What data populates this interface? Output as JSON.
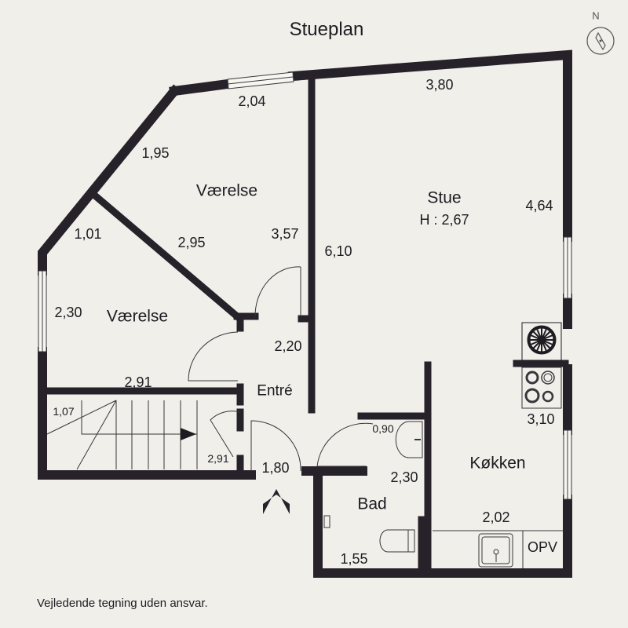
{
  "title": "Stueplan",
  "compass": {
    "label": "N",
    "icon": "compass-icon"
  },
  "rooms": {
    "vaerelse_upper": {
      "name": "Værelse"
    },
    "vaerelse_lower": {
      "name": "Værelse"
    },
    "stue": {
      "name": "Stue",
      "height": "H : 2,67"
    },
    "entre": {
      "name": "Entré"
    },
    "bad": {
      "name": "Bad"
    },
    "kokken": {
      "name": "Køkken"
    },
    "opv": {
      "name": "OPV"
    }
  },
  "dimensions": {
    "d_2_04": "2,04",
    "d_3_80": "3,80",
    "d_1_95": "1,95",
    "d_4_64": "4,64",
    "d_1_01": "1,01",
    "d_2_95": "2,95",
    "d_3_57": "3,57",
    "d_6_10": "6,10",
    "d_2_30_left": "2,30",
    "d_2_20": "2,20",
    "d_2_91_top": "2,91",
    "d_1_07": "1,07",
    "d_2_91_stair": "2,91",
    "d_1_80": "1,80",
    "d_0_90": "0,90",
    "d_2_30_bad": "2,30",
    "d_3_10": "3,10",
    "d_2_02": "2,02",
    "d_1_55": "1,55"
  },
  "footer": {
    "note": "Vejledende tegning uden ansvar."
  },
  "colors": {
    "wall": "#27222a",
    "background": "#f0efe9",
    "line": "#3a363c"
  }
}
